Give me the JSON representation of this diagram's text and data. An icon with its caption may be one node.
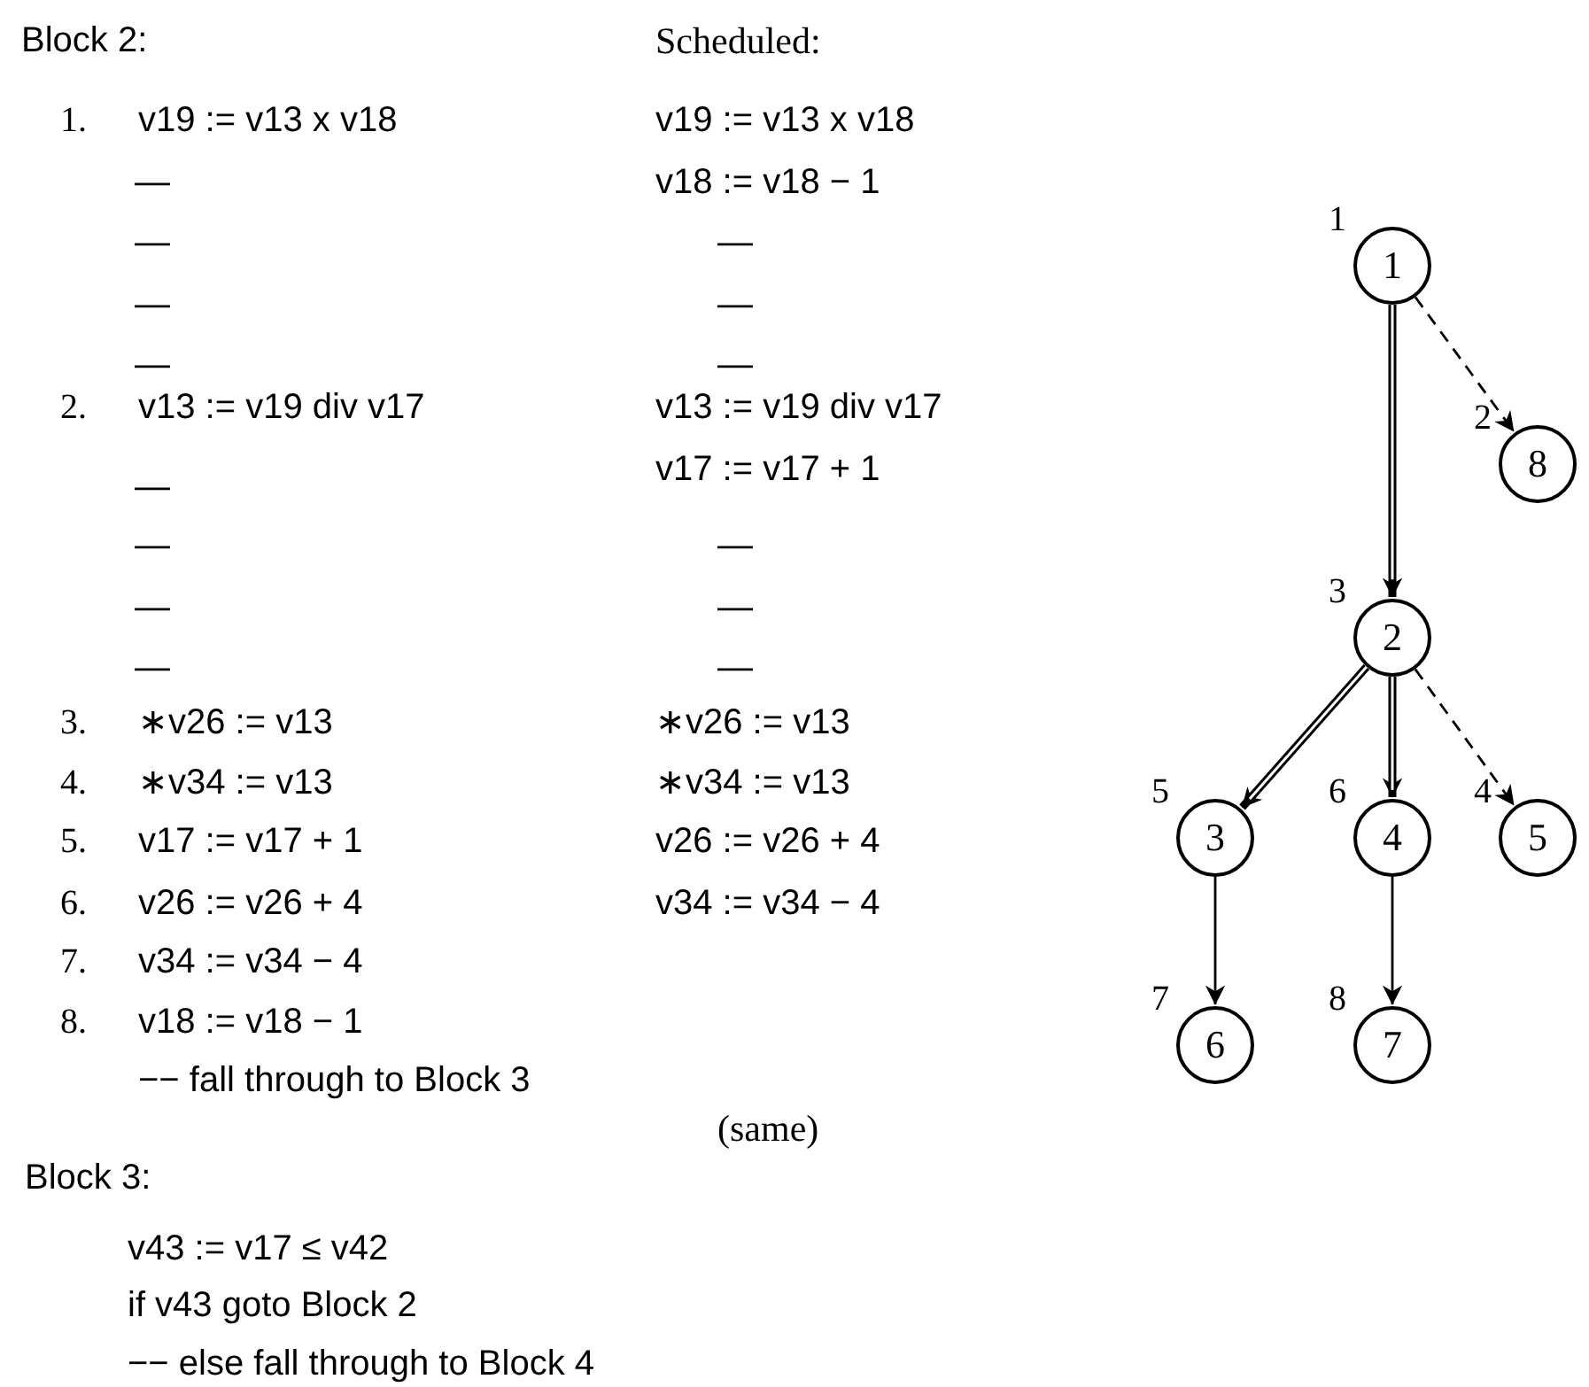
{
  "diagram": {
    "nodes": [
      {
        "text": [
          "1"
        ],
        "beside": [
          "1"
        ]
      },
      {
        "text": [
          "2"
        ],
        "beside": [
          "3"
        ]
      },
      {
        "text": [
          "8"
        ],
        "beside": [
          "2"
        ]
      },
      {
        "text": [
          "3"
        ],
        "beside": [
          "5"
        ]
      },
      {
        "text": [
          "4"
        ],
        "beside": [
          "6"
        ]
      },
      {
        "text": [
          "5"
        ],
        "beside": [
          "4"
        ]
      },
      {
        "text": [
          "6"
        ],
        "beside": [
          "7"
        ]
      },
      {
        "text": [
          "7"
        ],
        "beside": [
          "8"
        ]
      }
    ],
    "edges": [
      {
        "from": 0,
        "to": 1,
        "arrow": "to",
        "style": "thick"
      },
      {
        "from": 0,
        "to": 2,
        "arrow": "to",
        "style": "dashed"
      },
      {
        "from": 1,
        "to": 3,
        "arrow": "to",
        "style": "thick"
      },
      {
        "from": 1,
        "to": 4,
        "arrow": "to",
        "style": "thick"
      },
      {
        "from": 1,
        "to": 5,
        "arrow": "to",
        "style": "dashed"
      },
      {
        "from": 3,
        "to": 6,
        "arrow": "to"
      },
      {
        "from": 4,
        "to": 7,
        "arrow": "to"
      }
    ],
    "labels": [
      "Block 2:",
      "1.",
      "v19 := v13 x v18",
      "—",
      "—",
      "—",
      "—",
      "2.",
      "v13 := v19 div v17",
      "—",
      "—",
      "—",
      "—",
      "3.",
      "∗v26 := v13",
      "4.",
      "∗v34 := v13",
      "5.",
      "v17 := v17 + 1",
      "6.",
      "v26 := v26 + 4",
      "7.",
      "v34 := v34 − 4",
      "8.",
      "v18 := v18 − 1",
      "−− fall through to Block 3",
      "Block 3:",
      "v43 := v17 ≤ v42",
      "if v43 goto Block 2",
      "−− else fall through to Block 4",
      "Scheduled:",
      "v19 := v13 x v18",
      "v18 := v18 − 1",
      "—",
      "—",
      "—",
      "v13 := v19 div v17",
      "v17 := v17 + 1",
      "—",
      "—",
      "—",
      "∗v26 := v13",
      "∗v34 := v13",
      "v26 := v26 + 4",
      "v34 := v34 − 4",
      "(same)"
    ]
  }
}
